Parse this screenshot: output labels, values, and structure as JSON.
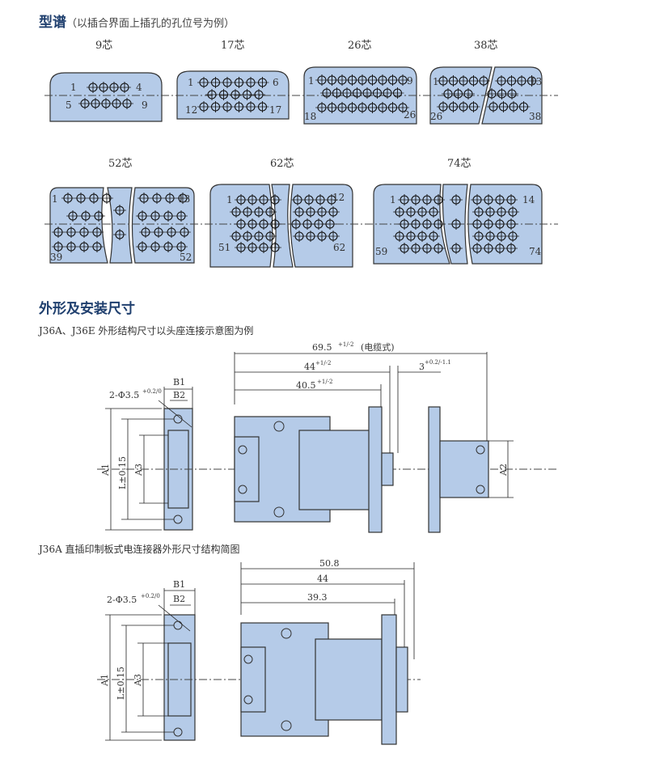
{
  "section1": {
    "title": "型谱",
    "subtitle": "（以插合界面上插孔的孔位号为例）"
  },
  "connectors": [
    {
      "label": "9芯",
      "pins": [
        "1",
        "4",
        "5",
        "9"
      ]
    },
    {
      "label": "17芯",
      "pins": [
        "1",
        "6",
        "12",
        "17"
      ]
    },
    {
      "label": "26芯",
      "pins": [
        "1",
        "9",
        "18",
        "26"
      ]
    },
    {
      "label": "38芯",
      "pins": [
        "1",
        "13",
        "26",
        "38"
      ]
    },
    {
      "label": "52芯",
      "pins": [
        "1",
        "13",
        "39",
        "52"
      ]
    },
    {
      "label": "62芯",
      "pins": [
        "1",
        "12",
        "51",
        "62"
      ]
    },
    {
      "label": "74芯",
      "pins": [
        "1",
        "14",
        "59",
        "74"
      ]
    }
  ],
  "section2": {
    "title": "外形及安装尺寸"
  },
  "drawing1": {
    "caption": "J36A、J36E 外形结构尺寸以头座连接示意图为例",
    "dims": {
      "total": "69.5",
      "total_tol": "+1/-2",
      "total_note": "(电缆式)",
      "d44": "44",
      "d44_tol": "+1/-2",
      "d405": "40.5",
      "d405_tol": "+1/-2",
      "d3": "3",
      "d3_tol": "+0.2/-1.1",
      "holes": "2-Φ3.5",
      "holes_tol": "+0.2/0",
      "b1": "B1",
      "b2": "B2",
      "a1": "A1",
      "a2": "A2",
      "a3": "A3",
      "l": "L±0.15"
    }
  },
  "drawing2": {
    "caption": "J36A 直插印制板式电连接器外形尺寸结构简图",
    "dims": {
      "d508": "50.8",
      "d44": "44",
      "d393": "39.3",
      "holes": "2-Φ3.5",
      "holes_tol": "+0.2/0",
      "b1": "B1",
      "b2": "B2",
      "a1": "A1",
      "a3": "A3",
      "l": "L±0.15"
    }
  }
}
